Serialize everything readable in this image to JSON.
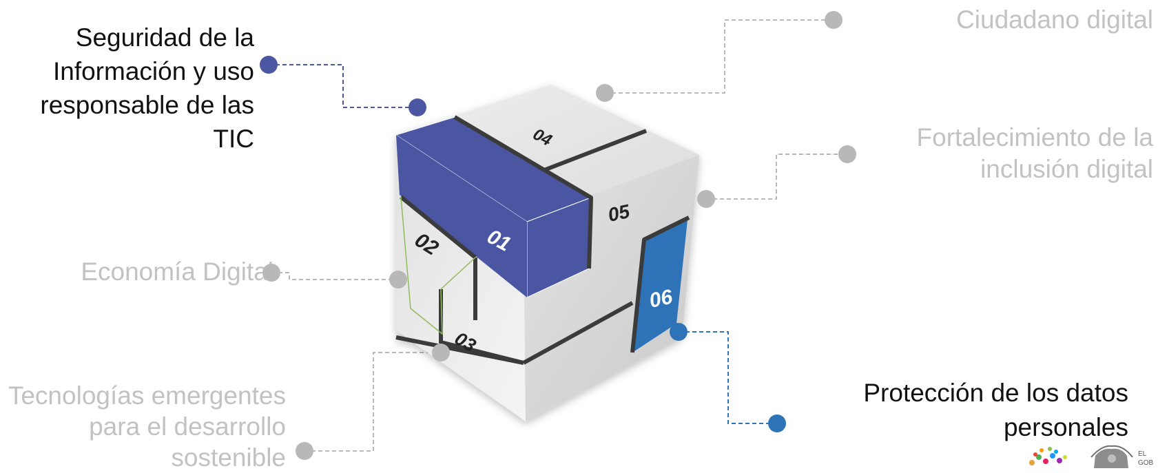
{
  "labels": {
    "seguridad": [
      "Seguridad de la",
      "Información y uso",
      "responsable de las",
      "TIC"
    ],
    "ciudadano": [
      "Ciudadano digital"
    ],
    "fortalecimiento": [
      "Fortalecimiento de la",
      "inclusión digital"
    ],
    "economia": [
      "Economía Digital"
    ],
    "tecnologias": [
      "Tecnologías emergentes",
      "para el desarrollo",
      "sostenible"
    ],
    "proteccion": [
      "Protección de los datos",
      "personales"
    ]
  },
  "cube_numbers": {
    "n01": "01",
    "n02": "02",
    "n03": "03",
    "n04": "04",
    "n05": "05",
    "n06": "06"
  },
  "logo_text": [
    "EL",
    "GOB"
  ],
  "colors": {
    "active_purple": "#4b57a3",
    "active_blue": "#2e73b8",
    "inactive_gray": "#b8b8b8",
    "highlight_text": "#111111",
    "muted_text": "#c2c2c2"
  }
}
